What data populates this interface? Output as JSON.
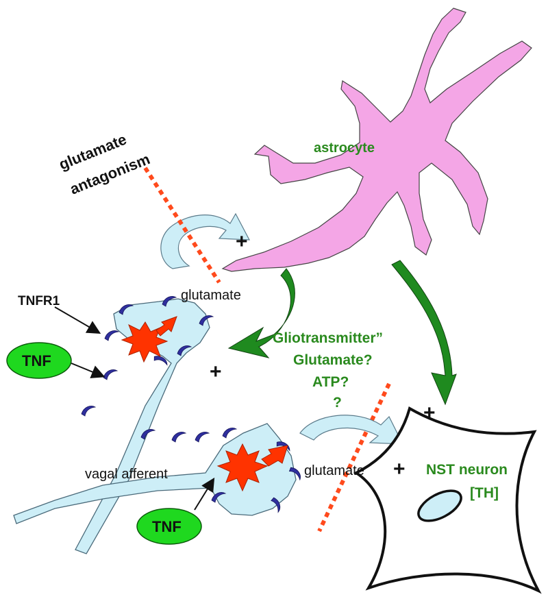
{
  "labels": {
    "glutamate_antagonism_line1": "glutamate",
    "glutamate_antagonism_line2": "antagonism",
    "astrocyte": "astrocyte",
    "glutamate_top": "glutamate",
    "tnfr1": "TNFR1",
    "tnf_top": "TNF",
    "tnf_bottom": "TNF",
    "gliotransmitter": "Gliotransmitter”",
    "glutamate_q": "Glutamate?",
    "atp_q": "ATP?",
    "question": "?",
    "vagal_afferent": "vagal afferent",
    "glutamate_bottom": "glutamate",
    "nst_neuron": "NST neuron",
    "th": "[TH]",
    "plus": "+"
  },
  "colors": {
    "astrocyte_fill": "#f4a6e6",
    "afferent_fill": "#cdeef7",
    "receptor": "#2f2f9e",
    "star": "#ff3300",
    "antagonism_dash": "#ff4a1c",
    "green_arrow": "#1f8a1f",
    "tnf_oval": "#1fd81f",
    "label_green": "#2a8a1e"
  }
}
